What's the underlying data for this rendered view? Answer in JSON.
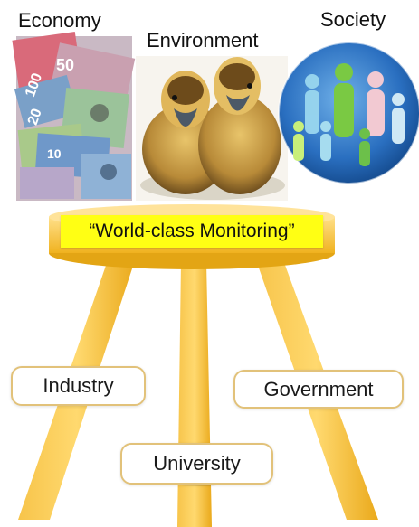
{
  "pillars": {
    "economy": "Economy",
    "environment": "Environment",
    "society": "Society"
  },
  "seat_banner": "“World-class Monitoring”",
  "legs": {
    "industry": "Industry",
    "university": "University",
    "government": "Government"
  },
  "images": {
    "economy": "banknotes-photo",
    "environment": "ducklings-photo",
    "society": "people-group-illustration"
  },
  "colors": {
    "stool": "#f4b728",
    "stool_light": "#ffd56b",
    "banner": "#ffff14",
    "society_circle": "#1d63b0",
    "leg_label_border": "#e2c27a"
  }
}
